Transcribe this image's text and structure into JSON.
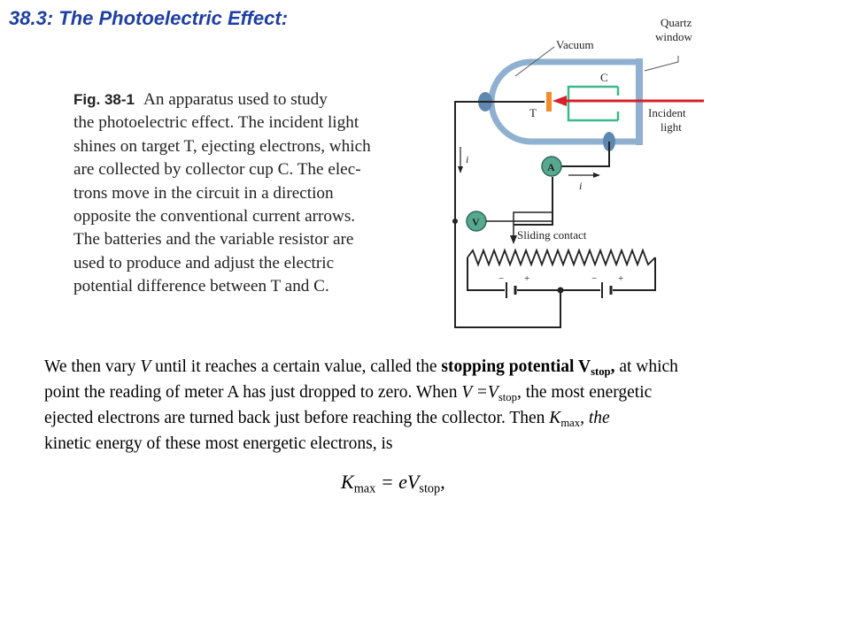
{
  "slide": {
    "title": "38.3: The Photoelectric Effect:"
  },
  "caption": {
    "fig_label": "Fig. 38-1",
    "lines": [
      "An apparatus used to study",
      "the photoelectric effect. The incident light",
      "shines on target T, ejecting electrons, which",
      "are collected by collector cup C. The elec-",
      "trons move in the circuit in a direction",
      "opposite the conventional current arrows.",
      "The batteries and the variable resistor are",
      "used to produce and adjust the electric",
      "potential difference between T and C."
    ]
  },
  "diagram": {
    "labels": {
      "vacuum": "Vacuum",
      "quartz_1": "Quartz",
      "quartz_2": "window",
      "collector": "C",
      "target": "T",
      "incident_1": "Incident",
      "incident_2": "light",
      "current_left": "i",
      "current_right": "i",
      "ammeter": "A",
      "voltmeter": "V",
      "sliding_contact": "Sliding contact",
      "battery_left_minus": "−",
      "battery_left_plus": "+",
      "battery_right_minus": "−",
      "battery_right_plus": "+"
    },
    "colors": {
      "tube": "#8fb0d0",
      "tube_dark": "#5f88b0",
      "collector": "#3cb88a",
      "target": "#f28c28",
      "light": "#d8202a",
      "meter": "#58a890"
    }
  },
  "body": {
    "l1_a": "We then vary ",
    "l1_v": "V",
    "l1_b": " until it reaches a certain value, called the ",
    "l1_bold": "stopping potential V",
    "l1_bold_sub": "stop",
    "l1_bold_tail": ",",
    "l1_c": " at which",
    "l2_a": "point the reading of meter A has just dropped to zero. When ",
    "l2_v": "V =V",
    "l2_sub": "stop",
    "l2_tail": ",",
    "l2_b": " the most energetic",
    "l3_a": "ejected electrons are turned back just before reaching the collector. Then ",
    "l3_k": "K",
    "l3_sub": "max",
    "l3_tail": ", the",
    "l4": "kinetic energy of these most energetic electrons, is"
  },
  "equation": {
    "k": "K",
    "k_sub": "max",
    "eq": " = eV",
    "v_sub": "stop",
    "end": ","
  }
}
